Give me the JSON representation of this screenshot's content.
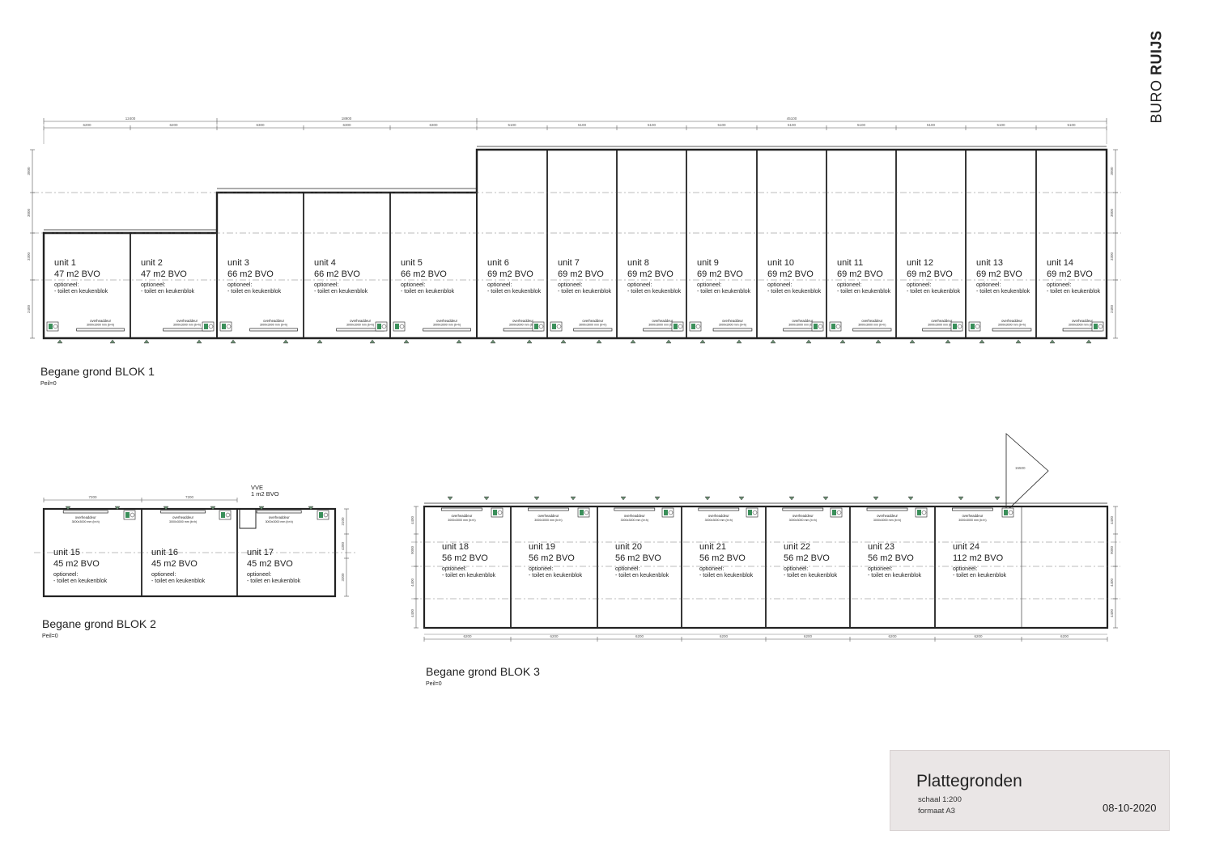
{
  "brand": {
    "part1": "BURO",
    "part2": "RUIJS"
  },
  "title_block": {
    "title": "Plattegronden",
    "scale": "schaal 1:200",
    "format": "formaat A3",
    "date": "08-10-2020"
  },
  "colors": {
    "line": "#222222",
    "dim": "#555555",
    "fixture": "#3a8f5a",
    "titlebox": "#eae6e6"
  },
  "optional_label": "optioneel:",
  "optional_text": "- toilet en keukenblok",
  "door_label": "overheaddeur",
  "blocks": [
    {
      "id": "blok1",
      "name": "Begane grond BLOK 1",
      "peil": "Peil=0",
      "top_dims": [
        "12400",
        "18900",
        "45100"
      ],
      "bay_dims": [
        "6200",
        "6200",
        "6300",
        "6300",
        "6300",
        "5100",
        "5100",
        "5100",
        "5100",
        "5100",
        "5100",
        "5100",
        "5100",
        "5100"
      ],
      "side_dims": [
        "3000",
        "3000",
        "3300",
        "2400"
      ],
      "units": [
        {
          "name": "unit 1",
          "area": "47 m2 BVO",
          "door": "3000x3000 mm (b×h)"
        },
        {
          "name": "unit 2",
          "area": "47 m2 BVO",
          "door": "3000x3000 mm (b×h)"
        },
        {
          "name": "unit 3",
          "area": "66 m2 BVO",
          "door": "3000x3000 mm (b×h)"
        },
        {
          "name": "unit 4",
          "area": "66 m2 BVO",
          "door": "3000x3000 mm (b×h)"
        },
        {
          "name": "unit 5",
          "area": "66 m2 BVO",
          "door": "3000x3000 mm (b×h)"
        },
        {
          "name": "unit 6",
          "area": "69 m2 BVO",
          "door": "3000x3000 mm (b×h)"
        },
        {
          "name": "unit 7",
          "area": "69 m2 BVO",
          "door": "3000x3000 mm (b×h)"
        },
        {
          "name": "unit 8",
          "area": "69 m2 BVO",
          "door": "3000x3000 mm (b×h)"
        },
        {
          "name": "unit 9",
          "area": "69 m2 BVO",
          "door": "3000x3000 mm (b×h)"
        },
        {
          "name": "unit 10",
          "area": "69 m2 BVO",
          "door": "3000x3000 mm (b×h)"
        },
        {
          "name": "unit 11",
          "area": "69 m2 BVO",
          "door": "3000x3000 mm (b×h)"
        },
        {
          "name": "unit 12",
          "area": "69 m2 BVO",
          "door": "3000x3000 mm (b×h)"
        },
        {
          "name": "unit 13",
          "area": "69 m2 BVO",
          "door": "3000x3000 mm (b×h)"
        },
        {
          "name": "unit 14",
          "area": "69 m2 BVO",
          "door": "3000x3000 mm (b×h)"
        }
      ]
    },
    {
      "id": "blok2",
      "name": "Begane grond BLOK 2",
      "peil": "Peil=0",
      "vve_label": "VVE",
      "vve_area": "1 m2 BVO",
      "bay_dims": [
        "7200",
        "7200"
      ],
      "side_dims": [
        "3100",
        "4300",
        "3300"
      ],
      "units": [
        {
          "name": "unit 15",
          "area": "45 m2 BVO",
          "door": "3000x3000 mm (b×h)"
        },
        {
          "name": "unit 16",
          "area": "45 m2 BVO",
          "door": "3000x3000 mm (b×h)"
        },
        {
          "name": "unit 17",
          "area": "45 m2 BVO",
          "door": "3000x3000 mm (b×h)"
        }
      ]
    },
    {
      "id": "blok3",
      "name": "Begane grond BLOK 3",
      "peil": "Peil=0",
      "bay_dims": [
        "6200",
        "6200",
        "6200",
        "6200",
        "6200",
        "6200",
        "6200",
        "6200"
      ],
      "side_dims": [
        "4400",
        "9000",
        "4400",
        "4400"
      ],
      "marker": "15500",
      "units": [
        {
          "name": "unit 18",
          "area": "56 m2 BVO",
          "door": "3000x3000 mm (b×h)"
        },
        {
          "name": "unit 19",
          "area": "56 m2 BVO",
          "door": "3000x3000 mm (b×h)"
        },
        {
          "name": "unit 20",
          "area": "56 m2 BVO",
          "door": "3000x3000 mm (b×h)"
        },
        {
          "name": "unit 21",
          "area": "56 m2 BVO",
          "door": "3000x3000 mm (b×h)"
        },
        {
          "name": "unit 22",
          "area": "56 m2 BVO",
          "door": "3000x3000 mm (b×h)"
        },
        {
          "name": "unit 23",
          "area": "56 m2 BVO",
          "door": "3000x3000 mm (b×h)"
        },
        {
          "name": "unit 24",
          "area": "112 m2 BVO",
          "door": "3000x3000 mm (b×h)"
        }
      ]
    }
  ]
}
